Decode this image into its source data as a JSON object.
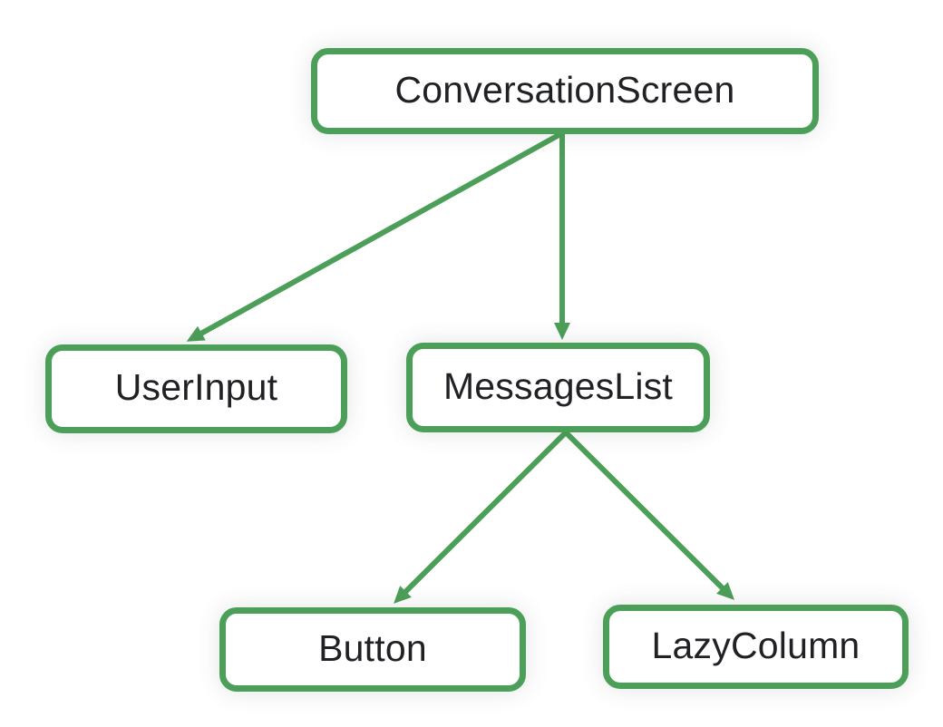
{
  "diagram": {
    "type": "tree",
    "nodes": [
      {
        "id": "conversation-screen",
        "label": "ConversationScreen"
      },
      {
        "id": "user-input",
        "label": "UserInput"
      },
      {
        "id": "messages-list",
        "label": "MessagesList"
      },
      {
        "id": "button",
        "label": "Button"
      },
      {
        "id": "lazy-column",
        "label": "LazyColumn"
      }
    ],
    "edges": [
      {
        "from": "ConversationScreen",
        "to": "UserInput"
      },
      {
        "from": "ConversationScreen",
        "to": "MessagesList"
      },
      {
        "from": "MessagesList",
        "to": "Button"
      },
      {
        "from": "MessagesList",
        "to": "LazyColumn"
      }
    ],
    "colors": {
      "accent": "#4c9f58",
      "text": "#202124",
      "node_background": "#ffffff",
      "page_background": "#ffffff"
    }
  }
}
